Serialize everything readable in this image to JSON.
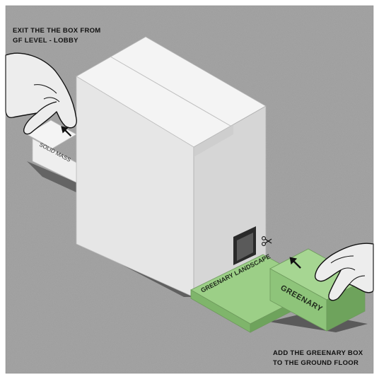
{
  "captions": {
    "top": [
      "EXIT THE THE BOX FROM",
      "GF LEVEL - LOBBY"
    ],
    "bottom": [
      "ADD THE GREENARY BOX",
      "TO THE GROUND FLOOR"
    ]
  },
  "labels": {
    "solid_mass": "SOLID MASS",
    "greenary_landscape": "GREENARY LANDSCAPE",
    "greenary": "GREENARY"
  },
  "icons": [
    "arrow-icon",
    "scissors-icon",
    "hand-icon"
  ],
  "colors": {
    "background": "#9e9e9e",
    "box_light": "#f2f2f2",
    "box_mid": "#dcdcdc",
    "green_top": "#9ccf87",
    "green_side": "#7fb56b",
    "shadow": "#3c3c3c"
  }
}
